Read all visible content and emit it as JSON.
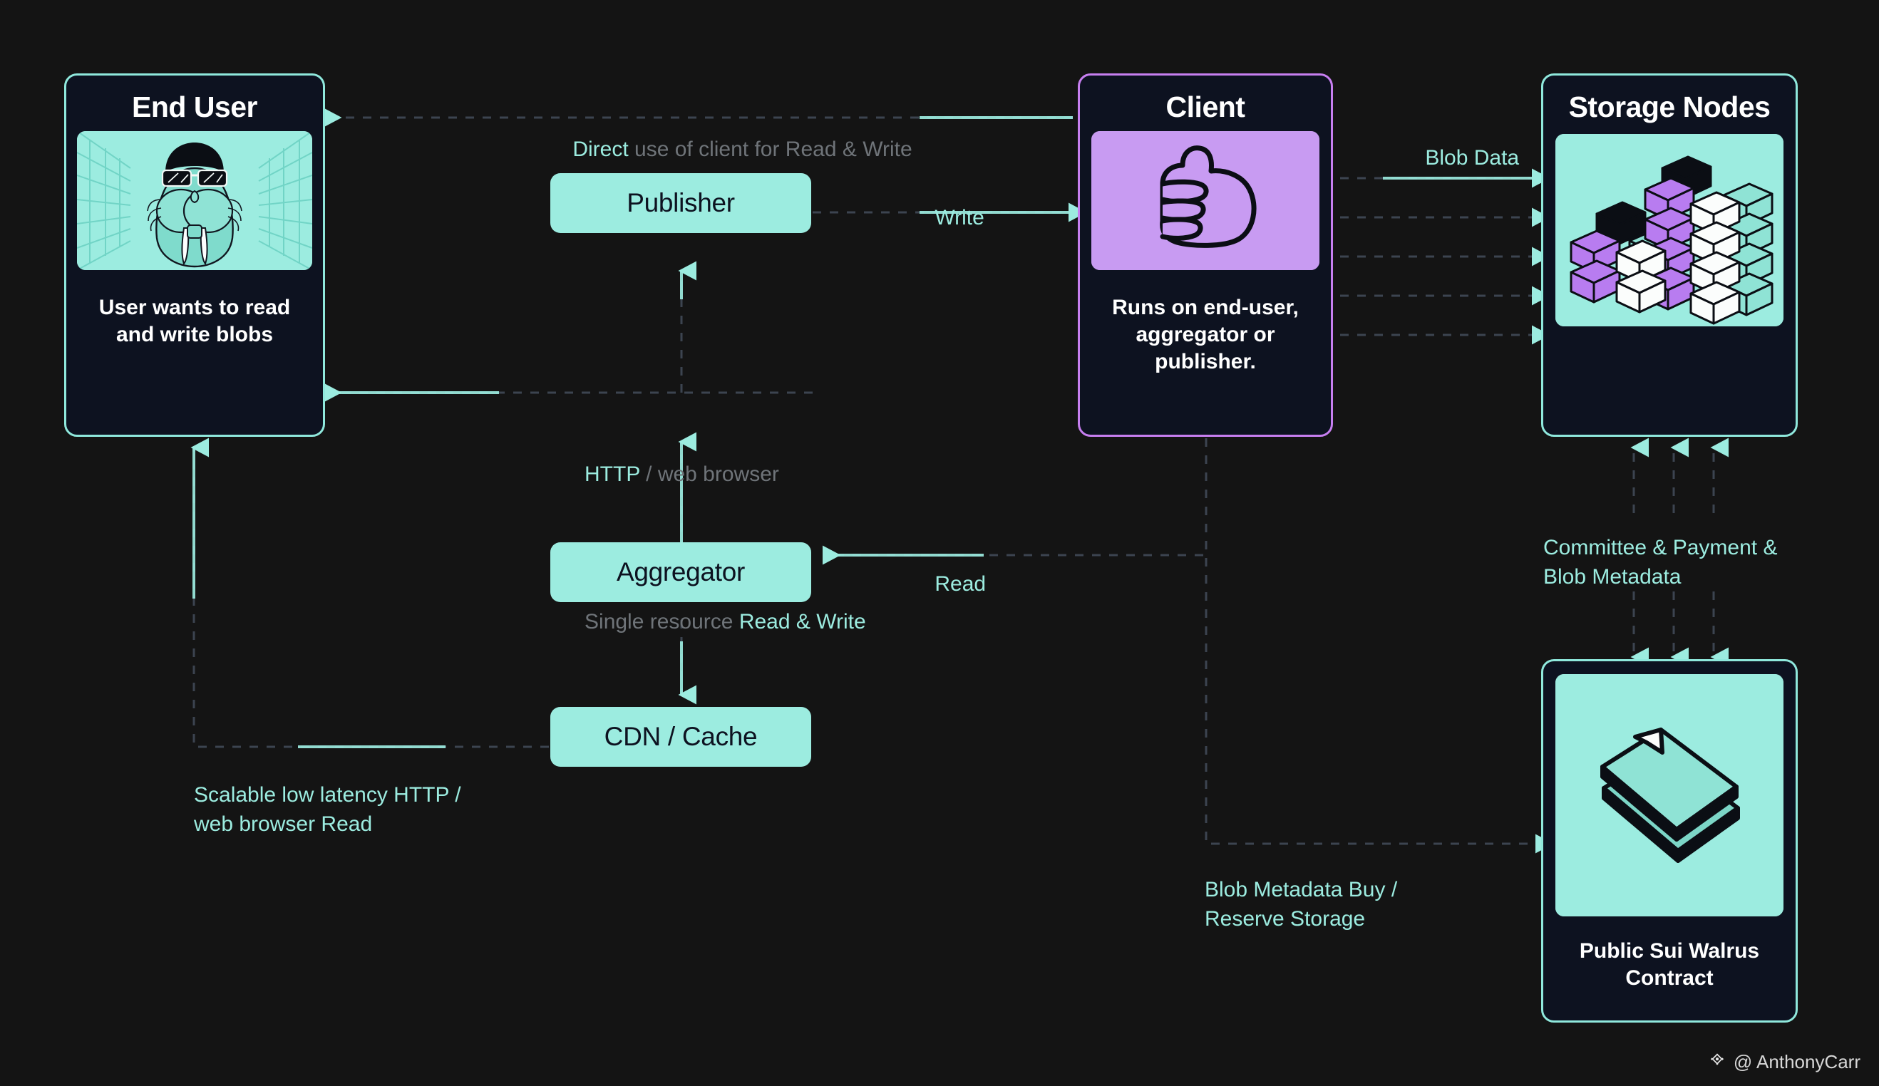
{
  "theme": {
    "background": "#141414",
    "card_bg": "#0d1220",
    "teal": "#9cece0",
    "teal_border": "#8fe8dc",
    "purple": "#c89bf2",
    "purple_border": "#c77ff0",
    "text_white": "#ffffff",
    "text_dim": "#6f7479"
  },
  "cards": {
    "end_user": {
      "title": "End User",
      "caption": "User wants to read and write blobs",
      "image_name": "walrus-illustration"
    },
    "client": {
      "title": "Client",
      "caption": "Runs on end-user, aggregator or publisher.",
      "image_name": "thumbs-up-fist-illustration"
    },
    "storage_nodes": {
      "title": "Storage Nodes",
      "image_name": "stacked-server-cubes-illustration"
    },
    "contract": {
      "title": "Public Sui Walrus Contract",
      "image_name": "stacked-documents-illustration"
    }
  },
  "boxes": {
    "publisher": "Publisher",
    "aggregator": "Aggregator",
    "cdn": "CDN / Cache"
  },
  "labels": {
    "direct_use": {
      "accent": "Direct",
      "rest": " use of client for Read & Write"
    },
    "write": "Write",
    "read": "Read",
    "blob_data": "Blob Data",
    "http_line1_accent": "HTTP",
    "http_line1_rest": " / web browser",
    "http_line2_dim": "Single resource ",
    "http_line2_accent": "Read & Write",
    "scalable": "Scalable low latency HTTP / web browser Read",
    "committee": "Committee & Payment & Blob Metadata",
    "blob_metadata": "Blob Metadata Buy / Reserve Storage"
  },
  "watermark": {
    "handle": "@ AnthonyCarr",
    "mark_name": "diamond-logo-icon"
  }
}
